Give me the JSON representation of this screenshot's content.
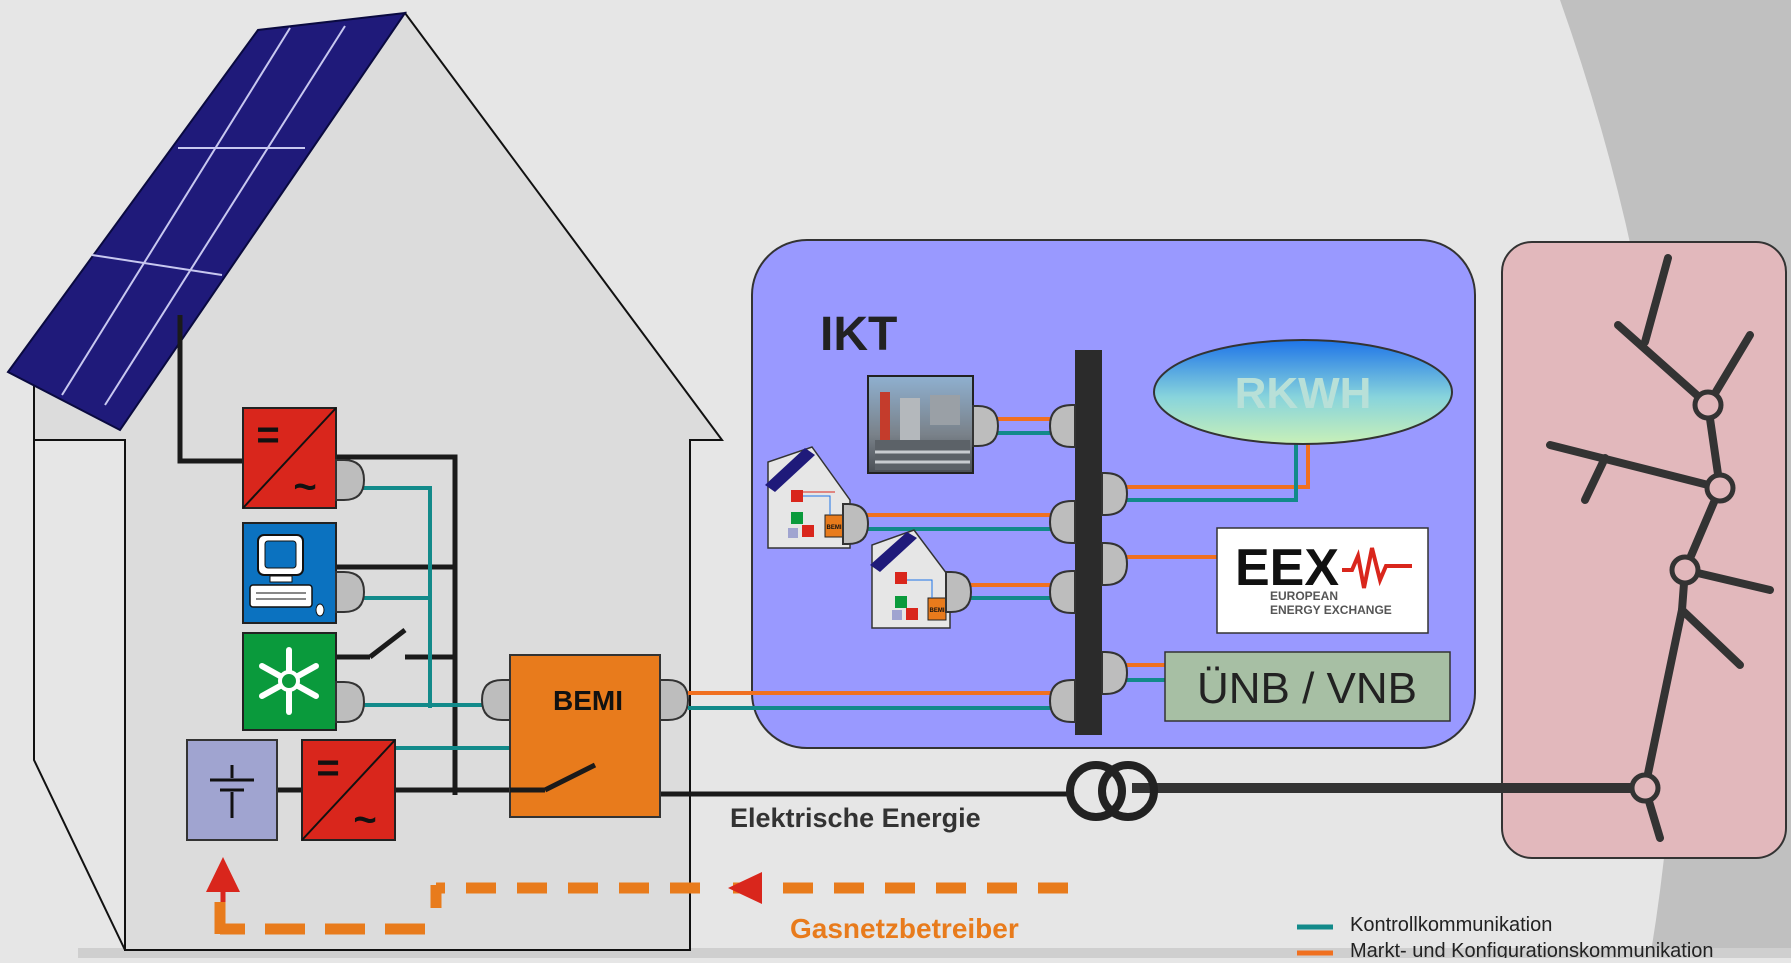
{
  "labels": {
    "ikt": "IKT",
    "rkwh": "RKWH",
    "eex_main": "EEX",
    "eex_sub1": "EUROPEAN",
    "eex_sub2": "ENERGY EXCHANGE",
    "unb_vnb": "ÜNB / VNB",
    "bemi": "BEMI",
    "mini_bemi": "BEMI",
    "elektrische_energie": "Elektrische Energie",
    "gasnetzbetreiber": "Gasnetzbetreiber",
    "inverter_dc": "=",
    "inverter_ac": "~"
  },
  "legend": [
    {
      "label": "Kontrollkommunikation",
      "color": "#128a8a"
    },
    {
      "label": "Markt- und Konfigurationskommunikation",
      "color": "#f07020"
    }
  ],
  "colors": {
    "control_line": "#128a8a",
    "market_line": "#f07020",
    "power_line": "#1a1a1a",
    "ikt_box": "#9999ff",
    "grid_box": "#e2b8bc",
    "bemi_box": "#e87b1c",
    "inverter_red": "#d9261c",
    "computer_blue": "#0b72c0",
    "cooling_green": "#0a9a3c",
    "battery_lavender": "#a0a4d0",
    "solar_panel": "#1f1a7a",
    "unb_box": "#a7bfa4",
    "gas_dash": "#e87b1c"
  },
  "icons": [
    "solar-panel-icon",
    "inverter-icon",
    "computer-icon",
    "snowflake-icon",
    "battery-icon",
    "switch-icon",
    "transformer-icon",
    "power-plant-icon",
    "house-icon",
    "eex-pulse-icon",
    "arrow-up-icon",
    "arrow-left-icon",
    "grid-node-icon"
  ]
}
